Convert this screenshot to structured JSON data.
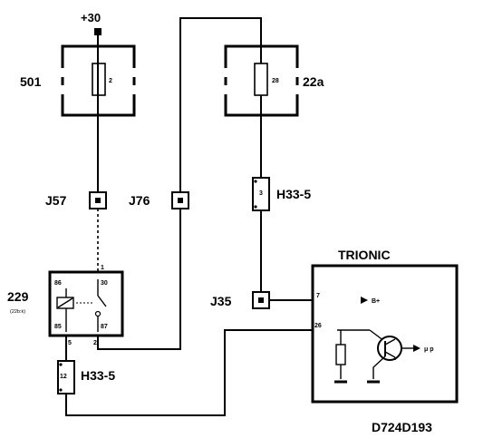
{
  "supply": {
    "label": "+30"
  },
  "fuse_boxes": [
    {
      "id": "501",
      "fuse_number": "2"
    },
    {
      "id": "22a",
      "fuse_number": "28"
    }
  ],
  "junctions": {
    "j57": "J57",
    "j76": "J76",
    "j35": "J35"
  },
  "connectors": [
    {
      "label": "H33-5",
      "pin": "3"
    },
    {
      "label": "H33-5",
      "pin": "12"
    }
  ],
  "relay": {
    "id": "229",
    "subtitle": "(22b:k)",
    "terminals": {
      "t86": "86",
      "t30": "30",
      "t85": "85",
      "t87": "87"
    },
    "pin_1": "1",
    "pin_2": "2",
    "pin_5": "5"
  },
  "ecu": {
    "title": "TRIONIC",
    "pin_7": "7",
    "pin_26": "26",
    "b_plus": "B+",
    "mu_p": "μ p"
  },
  "diagram_code": "D724D193"
}
